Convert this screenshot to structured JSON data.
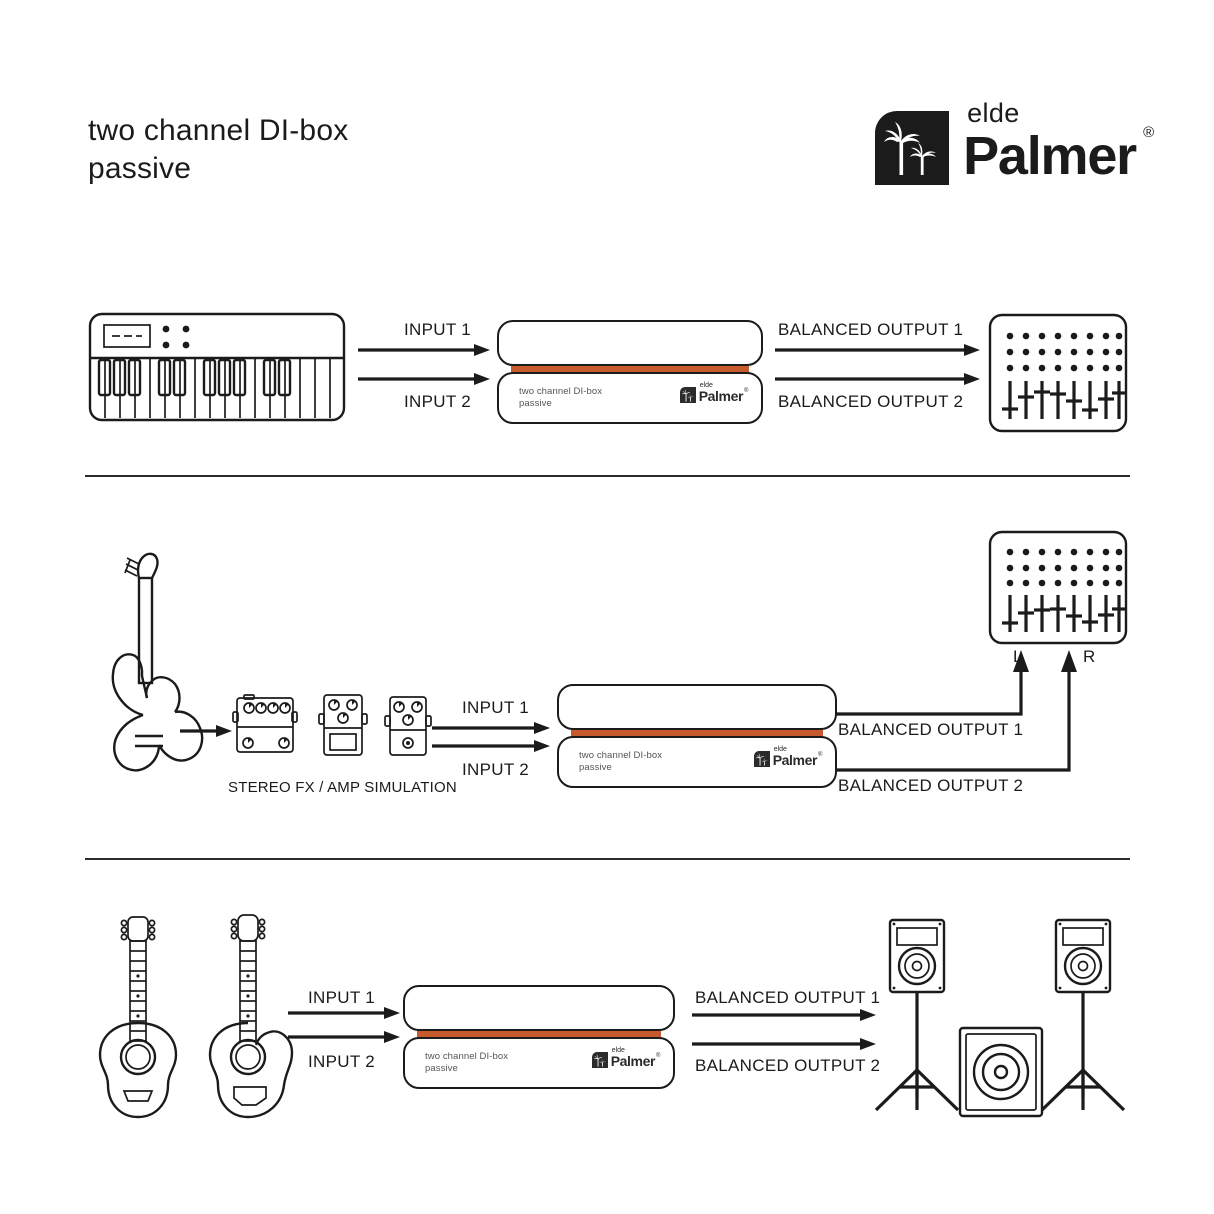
{
  "header": {
    "title": "two channel DI-box\npassive",
    "brand_sub": "elde",
    "brand_name": "Palmer",
    "brand_reg": "®",
    "palm_icon": "palm-tree-icon"
  },
  "device": {
    "label": "two channel DI-box\npassive",
    "logo_sub": "elde",
    "logo_name": "Palmer",
    "logo_reg": "®",
    "stripe_color": "#c65a2d"
  },
  "colors": {
    "ink": "#1b1b1b",
    "accent_orange": "#c65a2d",
    "background": "#ffffff"
  },
  "rows": [
    {
      "id": "row-keyboard",
      "source": "keyboard-synth-icon",
      "destination": "mixing-console-icon",
      "inputs": [
        "INPUT 1",
        "INPUT 2"
      ],
      "outputs": [
        "BALANCED OUTPUT 1",
        "BALANCED OUTPUT 2"
      ]
    },
    {
      "id": "row-electric-guitar",
      "source": "electric-guitar-icon",
      "pedals_caption": "STEREO FX / AMP SIMULATION",
      "destination": "mixing-console-icon",
      "inputs": [
        "INPUT 1",
        "INPUT 2"
      ],
      "outputs": [
        "BALANCED OUTPUT 1",
        "BALANCED OUTPUT 2"
      ],
      "channel_labels": [
        "L",
        "R"
      ]
    },
    {
      "id": "row-acoustic-guitars",
      "source": "acoustic-guitar-icon",
      "destination": "pa-speaker-icon",
      "inputs": [
        "INPUT 1",
        "INPUT 2"
      ],
      "outputs": [
        "BALANCED OUTPUT 1",
        "BALANCED OUTPUT 2"
      ]
    }
  ]
}
